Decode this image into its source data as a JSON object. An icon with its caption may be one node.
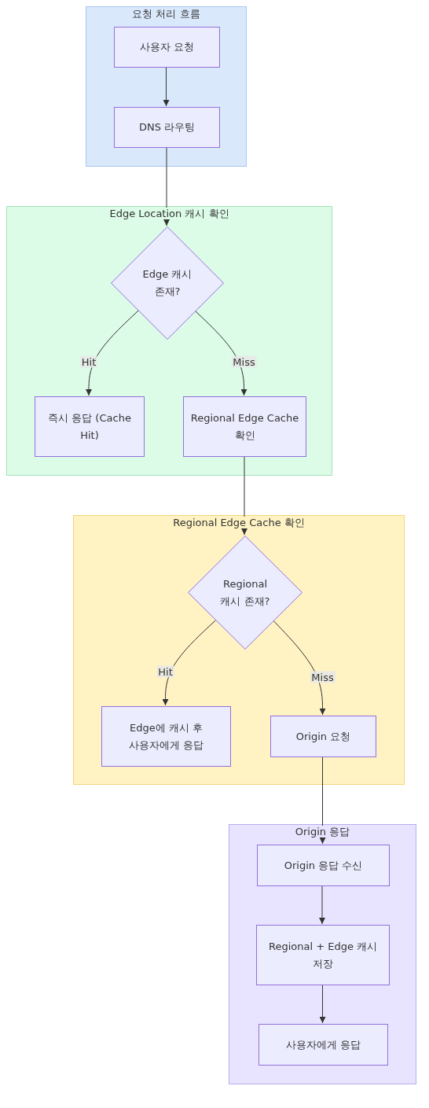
{
  "diagram": {
    "nodes": [
      {
        "text": [
          "요청 처리 흐름"
        ]
      },
      {
        "text": [
          "사용자 요청"
        ],
        "in": 0
      },
      {
        "text": [
          "DNS 라우팅"
        ],
        "in": 0
      },
      {
        "text": [
          "Edge Location 캐시 확인"
        ]
      },
      {
        "text": [
          "Edge 캐시 존재?"
        ],
        "in": 3
      },
      {
        "text": [
          "즉시 응답 (Cache Hit)"
        ],
        "in": 3
      },
      {
        "text": [
          "Regional Edge Cache 확인"
        ],
        "in": 3
      },
      {
        "text": [
          "Regional Edge Cache 확인"
        ]
      },
      {
        "text": [
          "Regional 캐시 존재?"
        ],
        "in": 7
      },
      {
        "text": [
          "Edge에 캐시 후 사용자에게 응답"
        ],
        "in": 7
      },
      {
        "text": [
          "Origin 요청"
        ],
        "in": 7
      },
      {
        "text": [
          "Origin 응답"
        ]
      },
      {
        "text": [
          "Origin 응답 수신"
        ],
        "in": 11
      },
      {
        "text": [
          "Regional + Edge 캐시 저장"
        ],
        "in": 11
      },
      {
        "text": [
          "사용자에게 응답"
        ],
        "in": 11
      }
    ],
    "edges": [
      {
        "from": 1,
        "to": 2,
        "arrow": "to"
      },
      {
        "from": 2,
        "to": 4,
        "arrow": "to"
      },
      {
        "from": 4,
        "to": 5,
        "arrow": "to",
        "label": "Hit"
      },
      {
        "from": 4,
        "to": 6,
        "arrow": "to",
        "label": "Miss"
      },
      {
        "from": 6,
        "to": 8,
        "arrow": "to"
      },
      {
        "from": 8,
        "to": 9,
        "arrow": "to",
        "label": "Hit"
      },
      {
        "from": 8,
        "to": 10,
        "arrow": "to",
        "label": "Miss"
      },
      {
        "from": 10,
        "to": 12,
        "arrow": "to"
      },
      {
        "from": 12,
        "to": 13,
        "arrow": "to"
      },
      {
        "from": 13,
        "to": 14,
        "arrow": "to"
      }
    ]
  }
}
